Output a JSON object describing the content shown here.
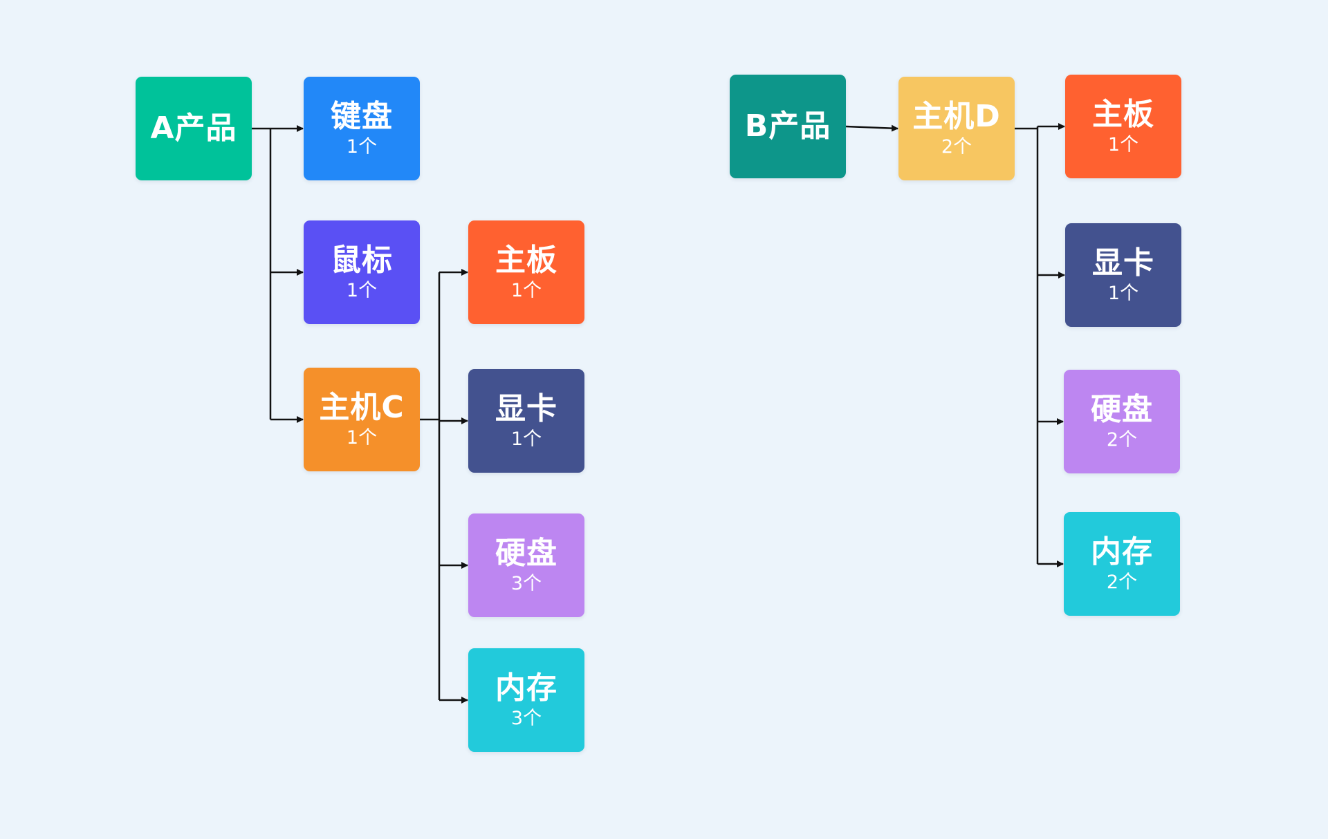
{
  "trees": [
    {
      "id": "a",
      "root": {
        "label": "A产品",
        "color": "#00c29a"
      },
      "children": [
        {
          "id": "a-keyboard",
          "label": "键盘",
          "count": "1个",
          "color": "#2288f8"
        },
        {
          "id": "a-mouse",
          "label": "鼠标",
          "count": "1个",
          "color": "#5a50f4"
        },
        {
          "id": "a-host",
          "label": "主机C",
          "count": "1个",
          "color": "#f5902a",
          "children": [
            {
              "id": "a-mainboard",
              "label": "主板",
              "count": "1个",
              "color": "#ff6130"
            },
            {
              "id": "a-gpu",
              "label": "显卡",
              "count": "1个",
              "color": "#43528f"
            },
            {
              "id": "a-disk",
              "label": "硬盘",
              "count": "3个",
              "color": "#bd86f1"
            },
            {
              "id": "a-memory",
              "label": "内存",
              "count": "3个",
              "color": "#22cadb"
            }
          ]
        }
      ]
    },
    {
      "id": "b",
      "root": {
        "label": "B产品",
        "color": "#0d968a"
      },
      "children": [
        {
          "id": "b-host",
          "label": "主机D",
          "count": "2个",
          "color": "#f7c661",
          "children": [
            {
              "id": "b-mainboard",
              "label": "主板",
              "count": "1个",
              "color": "#ff6130"
            },
            {
              "id": "b-gpu",
              "label": "显卡",
              "count": "1个",
              "color": "#43528f"
            },
            {
              "id": "b-disk",
              "label": "硬盘",
              "count": "2个",
              "color": "#bd86f1"
            },
            {
              "id": "b-memory",
              "label": "内存",
              "count": "2个",
              "color": "#22cadb"
            }
          ]
        }
      ]
    }
  ],
  "connector_color": "#111111"
}
